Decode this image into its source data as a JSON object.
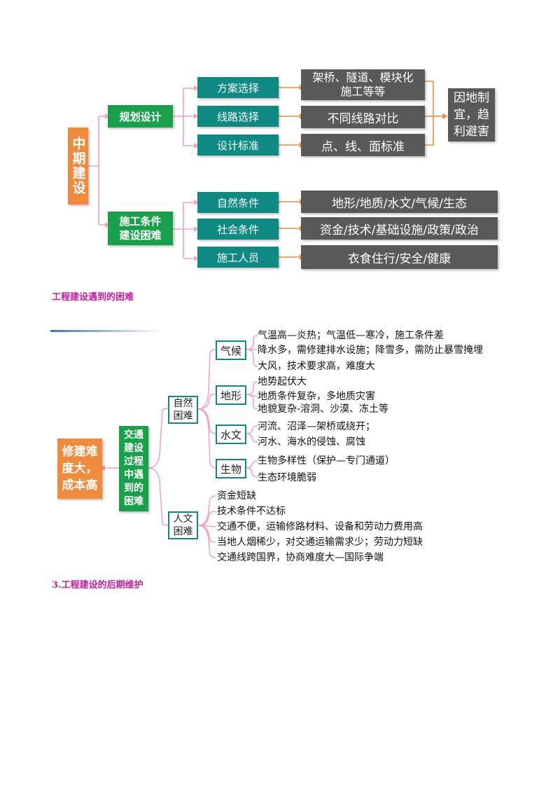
{
  "diagram1": {
    "root": "中期建设",
    "branches": [
      {
        "label": "规划设计",
        "children": [
          "方案选择",
          "线路选择",
          "设计标准"
        ]
      },
      {
        "label": "施工条件\n建设困难",
        "children": [
          "自然条件",
          "社会条件",
          "施工人员"
        ]
      }
    ],
    "details": [
      "架桥、隧道、模块化\n施工等等",
      "不同线路对比",
      "点、线、面标准",
      "地形/地质/水文/气候/生态",
      "资金/技术/基础设施/政策/政治",
      "衣食住行/安全/健康"
    ],
    "conclusion": "因地制\n宜，趋\n利避害"
  },
  "caption1": "工程建设遇到的困难",
  "diagram2": {
    "result": "修建难\n度大，\n成本高",
    "center": "交通\n建设\n过程\n中遇\n到的\n困难",
    "groups": [
      {
        "label": "自然\n困难",
        "items": [
          {
            "label": "气候",
            "lines": [
              "气温高—炎热；气温低—寒冷，施工条件差",
              "降水多，需修建排水设施；降雪多，需防止暴雪掩埋",
              "大风，技术要求高，难度大"
            ]
          },
          {
            "label": "地形",
            "lines": [
              "地势起伏大",
              "地质条件复杂，多地质灾害",
              "地貌复杂-溶洞、沙漠、冻土等"
            ]
          },
          {
            "label": "水文",
            "lines": [
              "河流、沼泽—架桥或绕开；",
              "河水、海水的侵蚀、腐蚀"
            ]
          },
          {
            "label": "生物",
            "lines": [
              "生物多样性（保护—专门通道）",
              "生态环境脆弱"
            ]
          }
        ]
      },
      {
        "label": "人文\n困难",
        "lines": [
          "资金短缺",
          "技术条件不达标",
          "交通不便，运输修路材料、设备和劳动力费用高",
          "当地人烟稀少，对交通运输需求少；劳动力短缺",
          "交通线跨国界，协商难度大—国际争端"
        ]
      }
    ]
  },
  "caption2": "3.工程建设的后期维护",
  "colors": {
    "orange": "#f08a3c",
    "green": "#19a04a",
    "teal": "#0f8a83",
    "gray": "#595959",
    "pink": "#f0a0c0",
    "caption": "#c71ba0"
  }
}
